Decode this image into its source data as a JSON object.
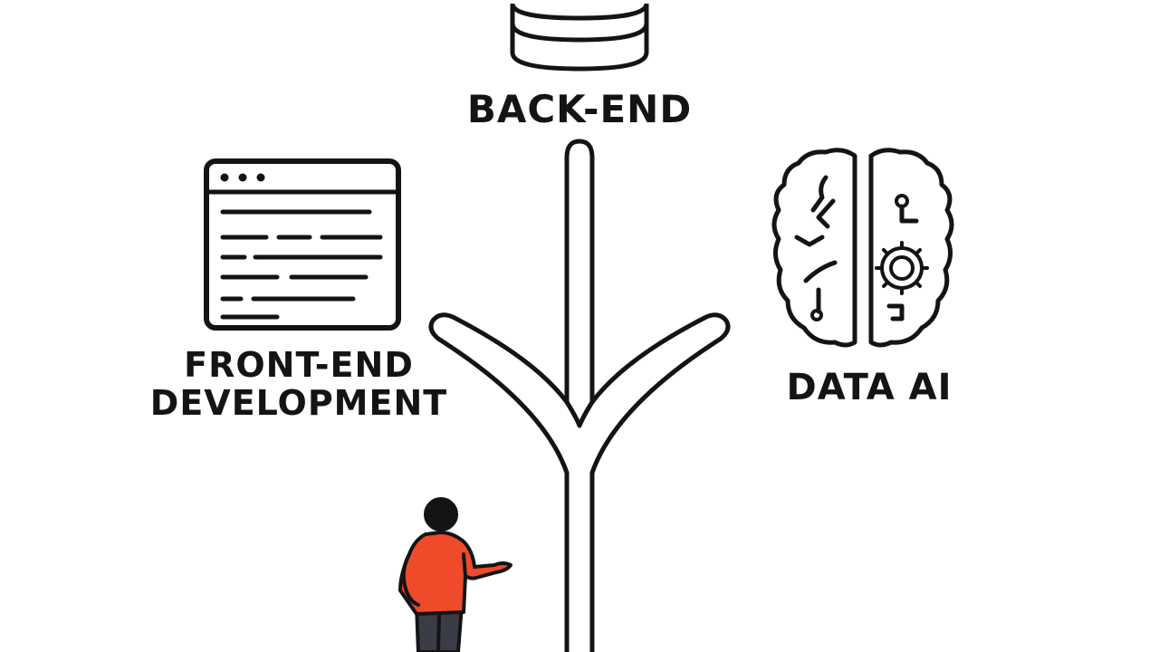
{
  "diagram": {
    "paths": [
      {
        "id": "backend",
        "label": "BACK-END",
        "icon": "database-icon"
      },
      {
        "id": "frontend",
        "label_line1": "FRONT-END",
        "label_line2": "DEVELOPMENT",
        "icon": "browser-window-icon"
      },
      {
        "id": "dataai",
        "label": "DATA AI",
        "icon": "brain-circuit-icon"
      }
    ],
    "person": {
      "icon": "person-icon",
      "shirt_color": "#ef4a2a"
    },
    "road": {
      "icon": "forked-road-icon"
    },
    "colors": {
      "ink": "#141414",
      "background": "#ffffff",
      "accent": "#ef4a2a"
    }
  }
}
